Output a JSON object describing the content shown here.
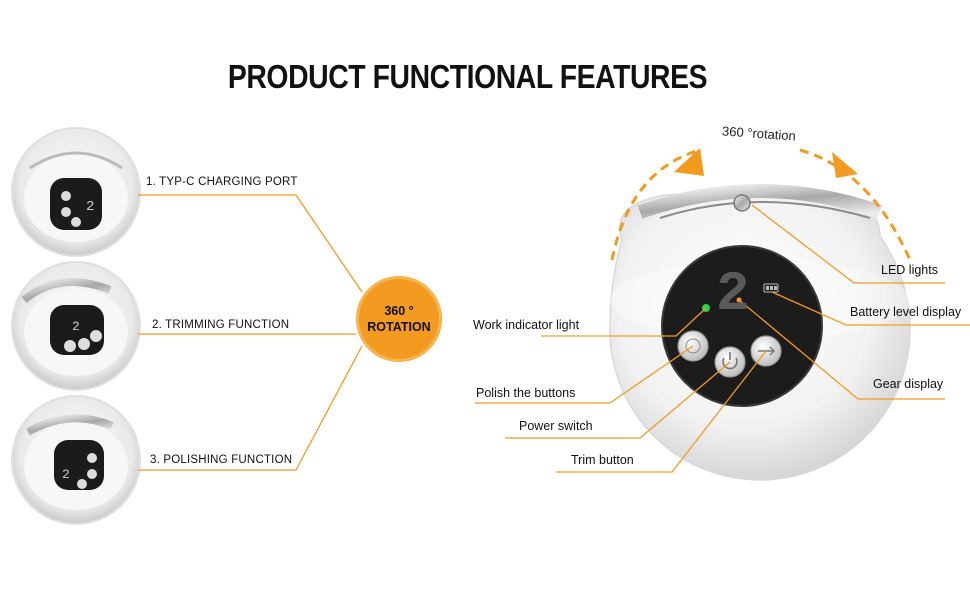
{
  "page": {
    "title": "PRODUCT FUNCTIONAL FEATURES",
    "accent_color": "#f39a21"
  },
  "left_features": [
    {
      "label": "1. TYP-C CHARGING PORT"
    },
    {
      "label": "2. TRIMMING FUNCTION"
    },
    {
      "label": "3. POLISHING FUNCTION"
    }
  ],
  "badge": {
    "line1": "360 °",
    "line2": "ROTATION"
  },
  "device": {
    "rotation_label": "360 °rotation",
    "display_digit": "2",
    "callouts": {
      "led_lights": "LED lights",
      "battery_level_display": "Battery level display",
      "gear_display": "Gear display",
      "work_indicator_light": "Work indicator light",
      "polish_buttons": "Polish the buttons",
      "power_switch": "Power switch",
      "trim_button": "Trim button"
    }
  }
}
